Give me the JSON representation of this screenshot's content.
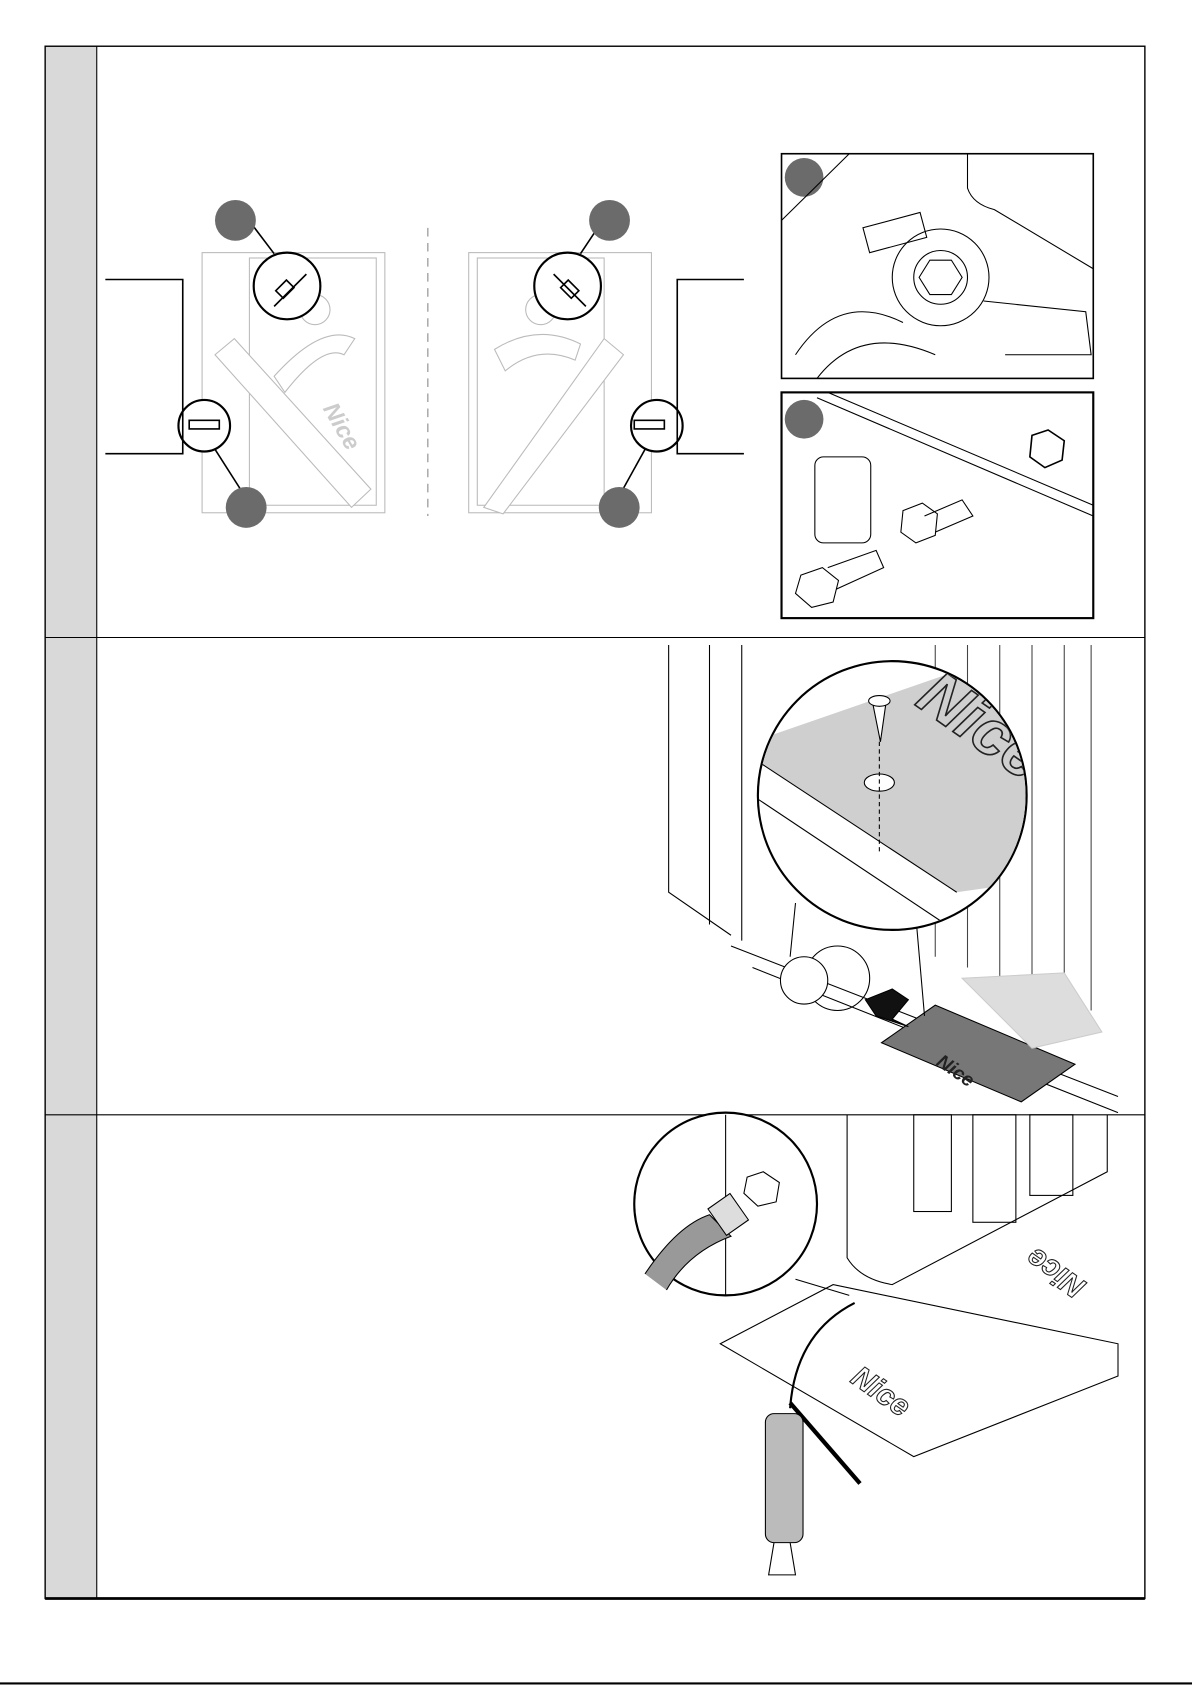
{
  "document": {
    "type": "instruction-sheet",
    "sections": [
      {
        "id": "step-1",
        "illustration": "gearmotor-left-right-installation-with-detail-callouts"
      },
      {
        "id": "step-2",
        "illustration": "cover-plate-screw-fixing"
      },
      {
        "id": "step-3",
        "illustration": "grease-gun-lubrication"
      }
    ],
    "logo_text": "Nice",
    "colors": {
      "frame": "#000000",
      "step_column": "#d9d9d9",
      "callout": "#6b6b6b"
    }
  }
}
